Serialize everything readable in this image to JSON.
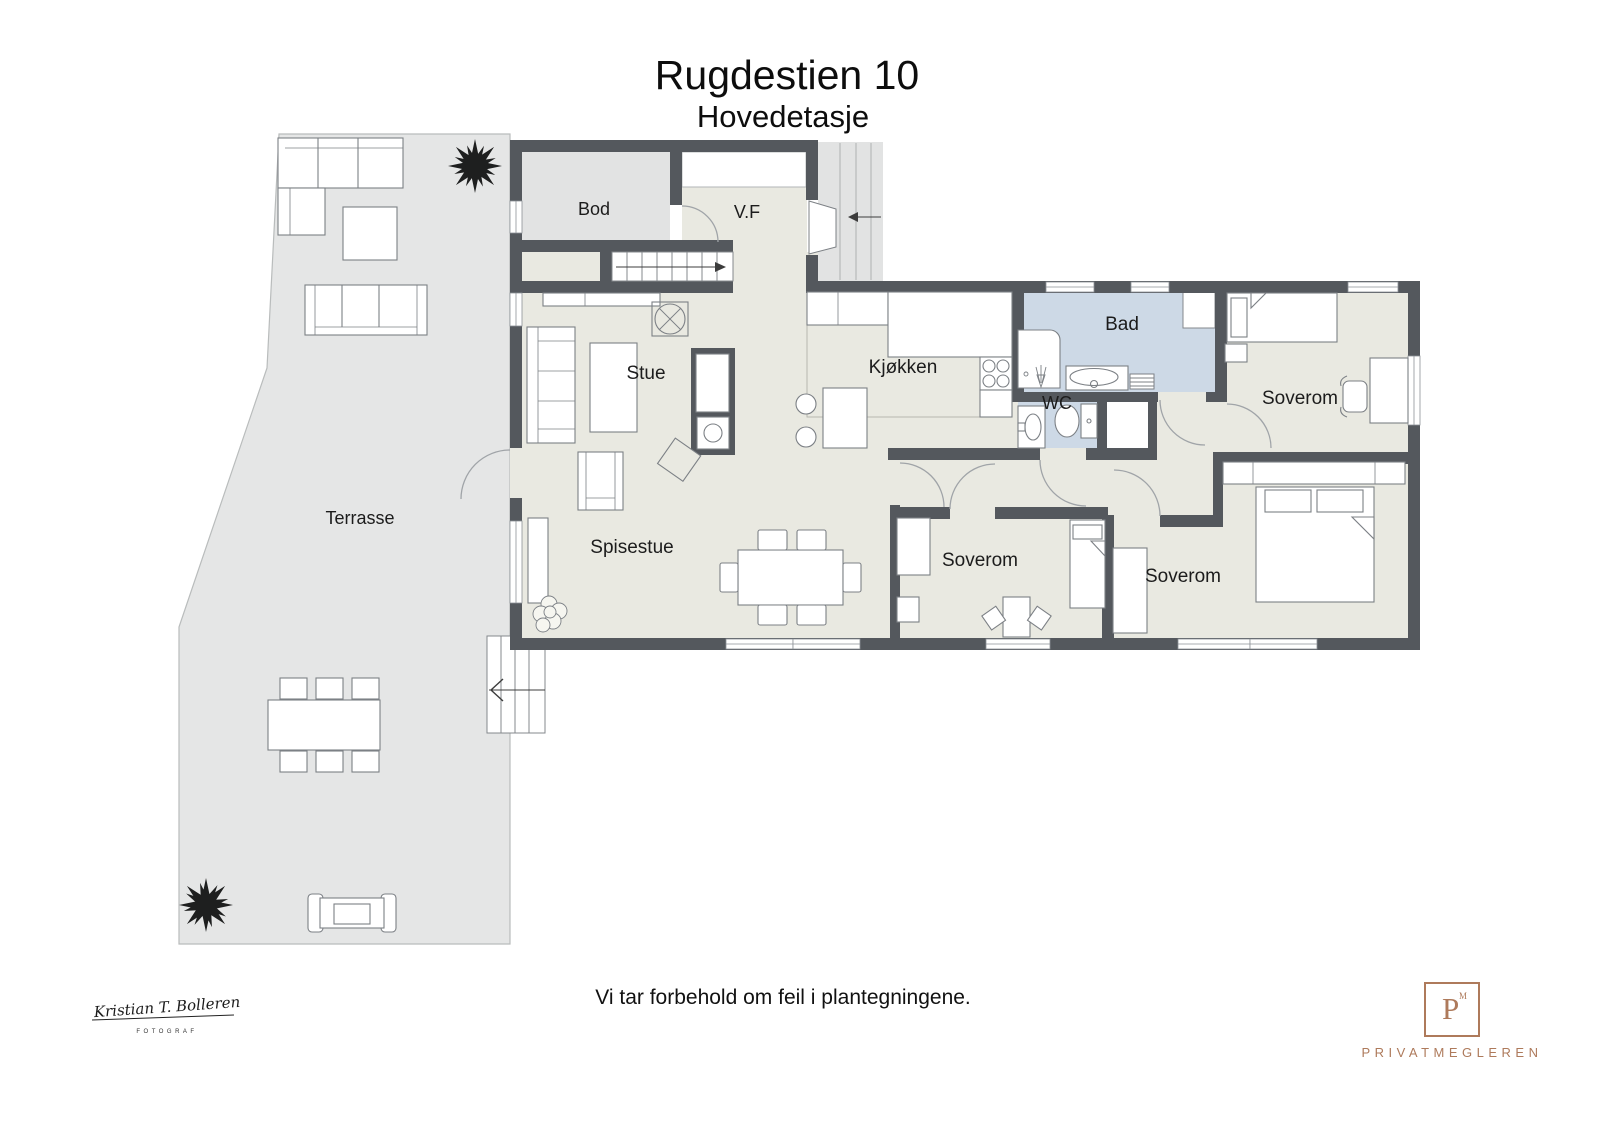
{
  "title": "Rugdestien 10",
  "subtitle": "Hovedetasje",
  "rooms": {
    "bod": "Bod",
    "vf": "V.F",
    "stue": "Stue",
    "kjokken": "Kjøkken",
    "bad": "Bad",
    "wc": "WC",
    "soverom_top": "Soverom",
    "soverom_middle": "Soverom",
    "soverom_bottom": "Soverom",
    "spisestue": "Spisestue",
    "terrasse": "Terrasse"
  },
  "footer": {
    "disclaimer": "Vi tar forbehold om feil i plantegningene."
  },
  "signature": {
    "name": "Kristian T. Bolleren",
    "title": "FOTOGRAF"
  },
  "branding": {
    "logo_letter": "P",
    "logo_superscript": "M",
    "wordmark": "PRIVATMEGLEREN",
    "brand_color": "#ae7a5b"
  },
  "colors": {
    "wall": "#54585d",
    "floor": "#e9e9e1",
    "wet_room": "#cdd9e6",
    "terrace": "#e5e6e6",
    "storage": "#e2e3e3"
  }
}
